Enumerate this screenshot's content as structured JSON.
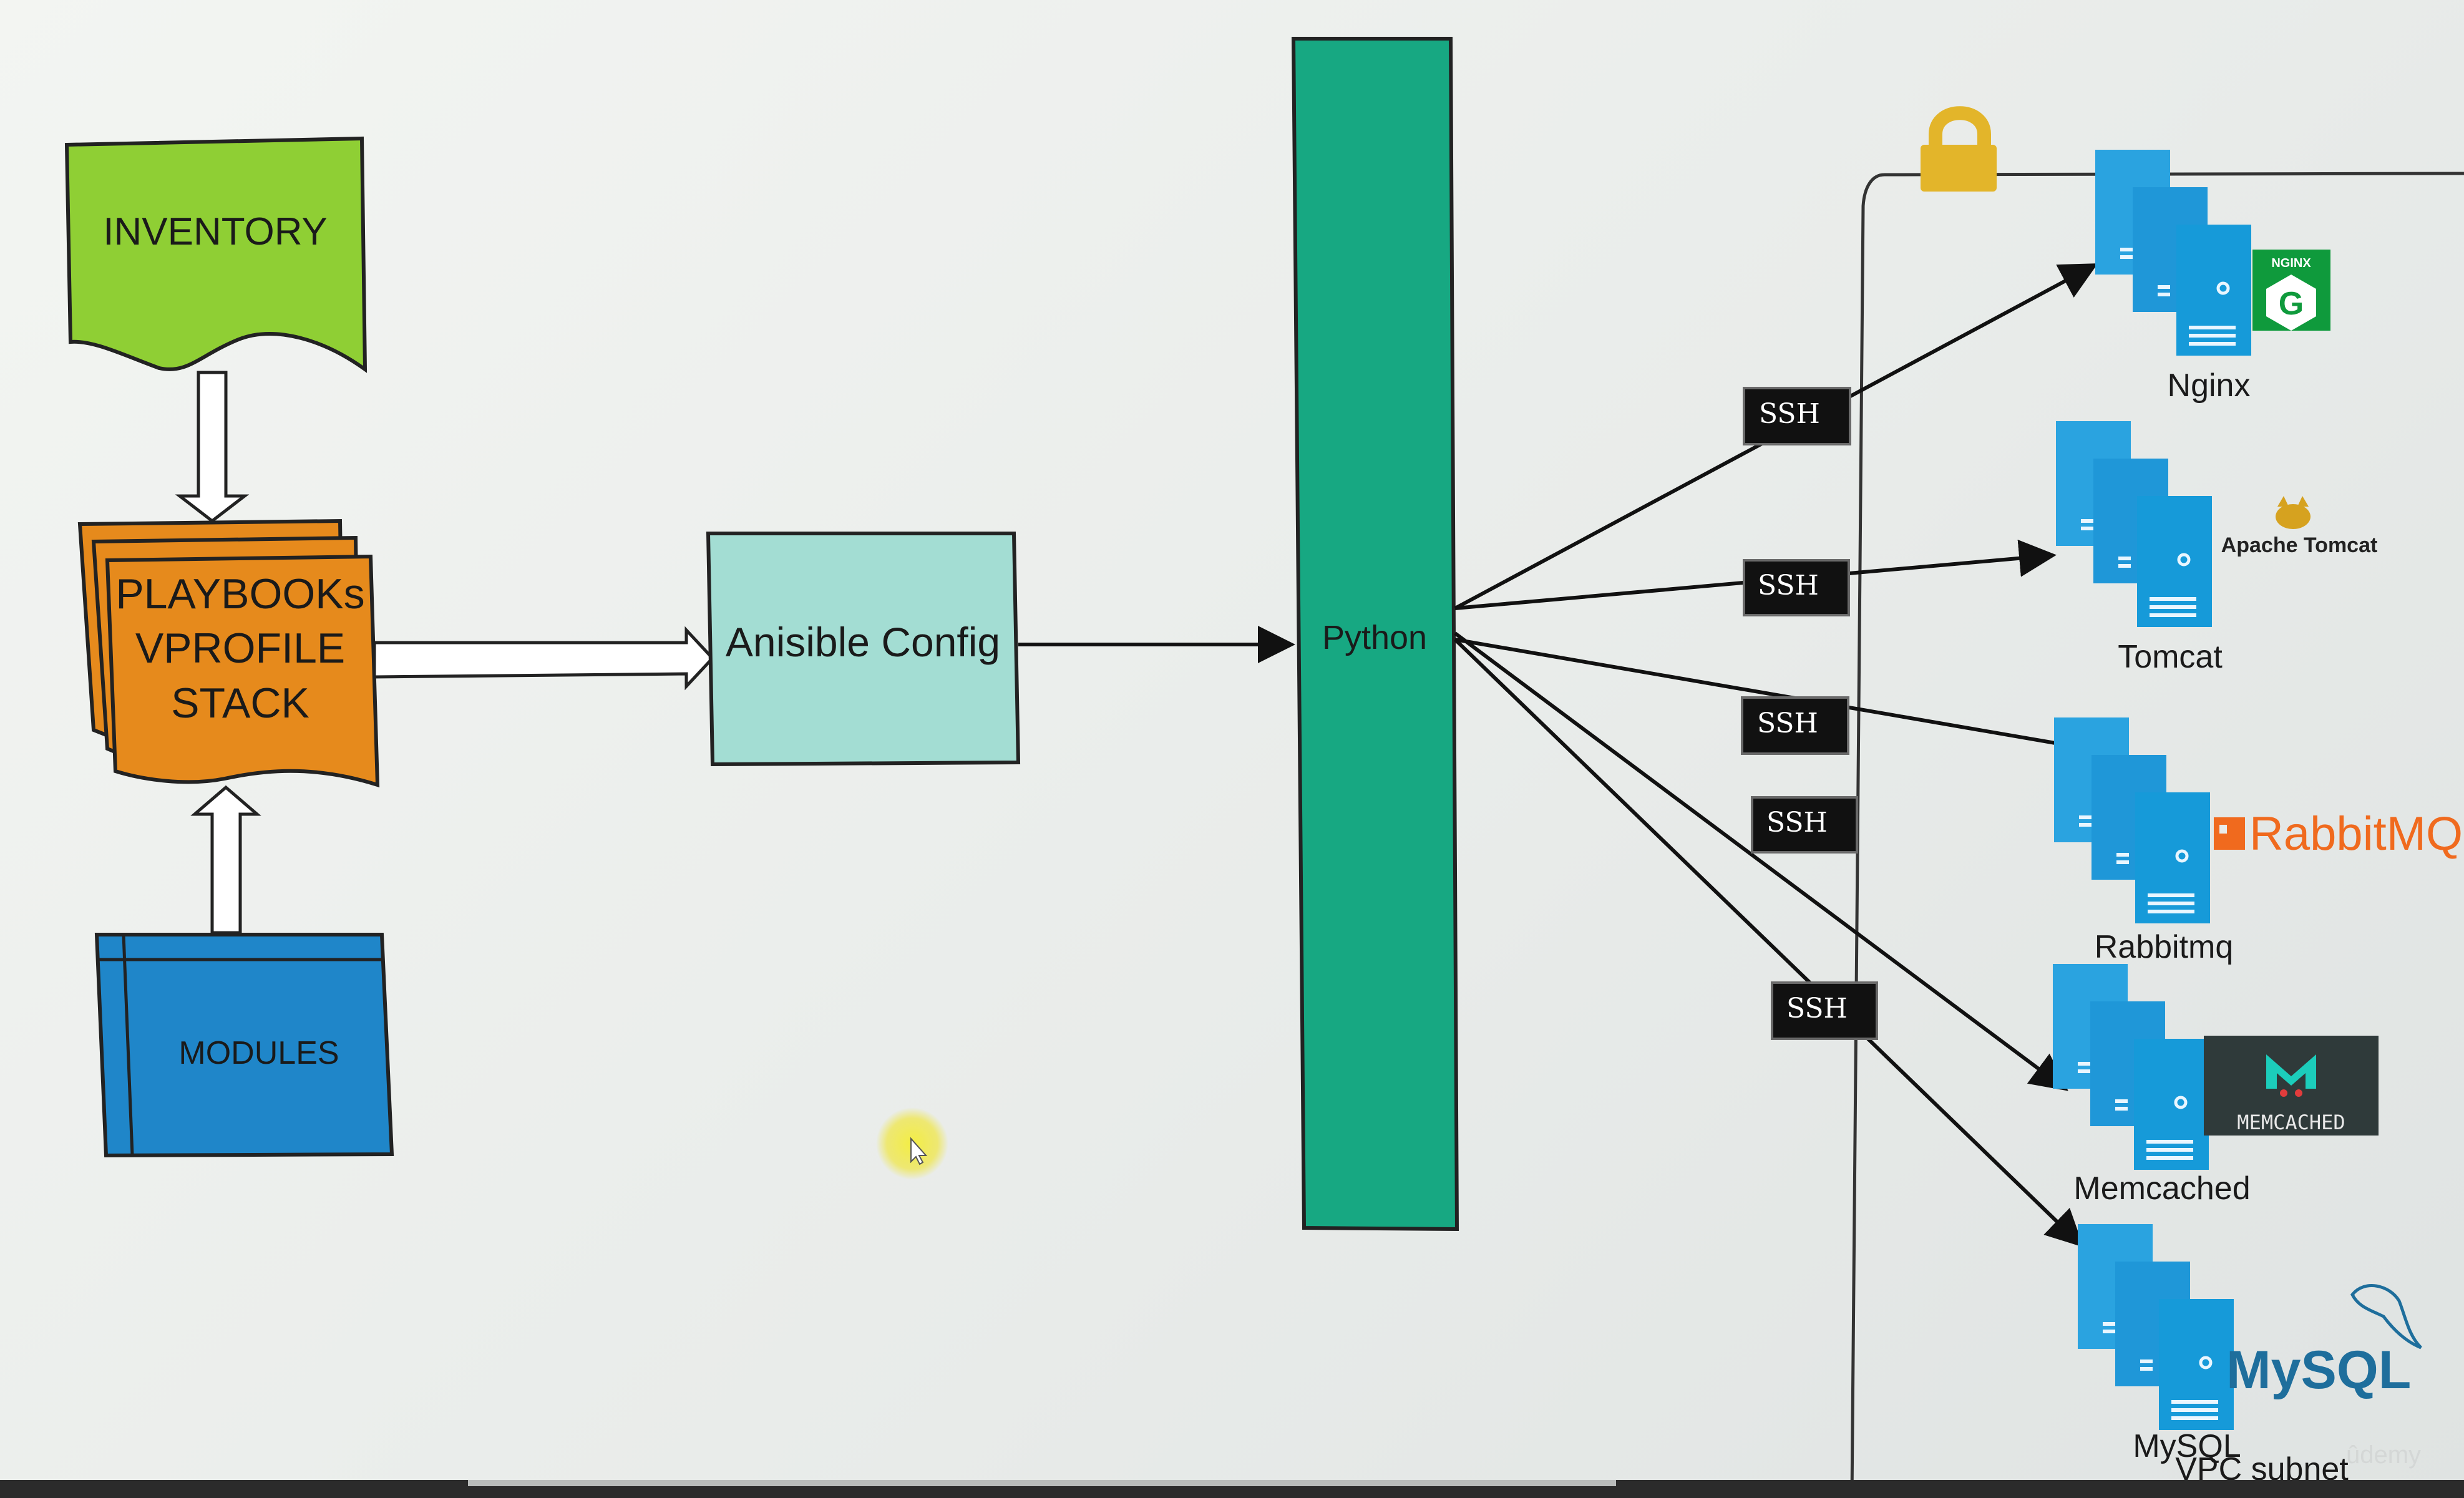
{
  "inventory_label": "INVENTORY",
  "playbooks_label_line1": "PLAYBOOKs",
  "playbooks_label_line2": "VPROFILE",
  "playbooks_label_line3": "STACK",
  "modules_label": "MODULES",
  "config_label": "Anisible Config",
  "python_label": "Python",
  "ssh_label": "SSH",
  "vpc_label": "VPC subnet",
  "watermark": "ûdemy",
  "servers": [
    {
      "name": "Nginx",
      "logo_text": "NGINX"
    },
    {
      "name": "Tomcat",
      "logo_text": "Apache Tomcat"
    },
    {
      "name": "Rabbitmq",
      "logo_text": "RabbitMQ"
    },
    {
      "name": "Memcached",
      "logo_text": "MEMCACHED"
    },
    {
      "name": "MySQL",
      "logo_text": "MySQL"
    }
  ],
  "colors": {
    "inventory": "#8fcf34",
    "playbooks": "#e68a1c",
    "modules": "#1f86c9",
    "config": "#a3ddd3",
    "python": "#17a882",
    "server": "#1f97d8",
    "lock": "#e3b52a"
  }
}
